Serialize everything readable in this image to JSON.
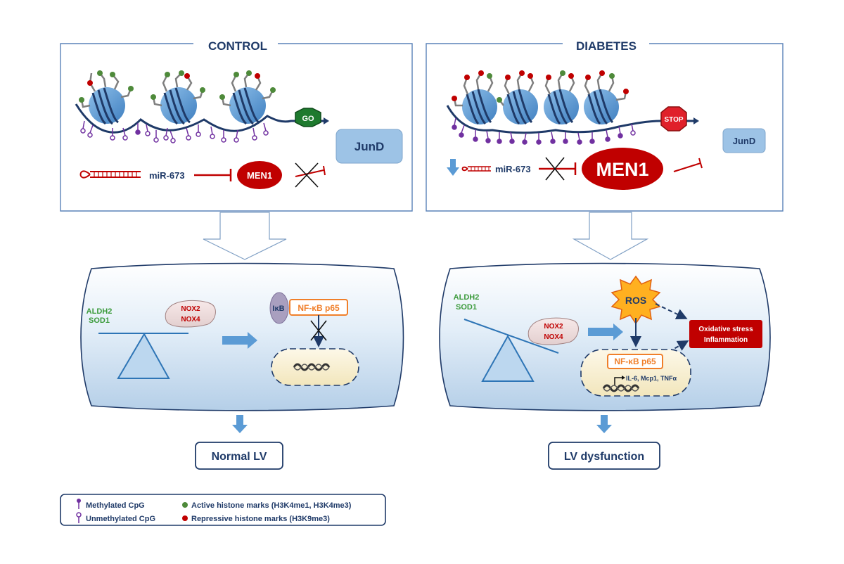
{
  "panels": {
    "control": {
      "title": "CONTROL",
      "go_sign": "GO",
      "jund": "JunD",
      "mirna": "miR-673",
      "men1": "MEN1",
      "genes_green": [
        "ALDH2",
        "SOD1"
      ],
      "genes_red": [
        "NOX2",
        "NOX4"
      ],
      "ikb": "IκB",
      "nfkb": "NF-κB p65",
      "outcome": "Normal LV"
    },
    "diabetes": {
      "title": "DIABETES",
      "stop_sign": "STOP",
      "jund": "JunD",
      "mirna": "miR-673",
      "men1": "MEN1",
      "genes_green": [
        "ALDH2",
        "SOD1"
      ],
      "genes_red": [
        "NOX2",
        "NOX4"
      ],
      "ros": "ROS",
      "nfkb": "NF-κB p65",
      "targets": "IL-6, Mcp1, TNFα",
      "oxidative": [
        "Oxidative stress",
        "Inflammation"
      ],
      "outcome": "LV dysfunction"
    }
  },
  "legend": {
    "methylated": "Methylated CpG",
    "unmethylated": "Unmethylated CpG",
    "active": "Active histone marks (H3K4me1, H3K4me3)",
    "repressive": "Repressive histone marks (H3K9me3)"
  },
  "colors": {
    "navy": "#1f3a68",
    "nucleosome": "#5b9bd5",
    "cpg": "#7030a0",
    "active_mark": "#4e8a3a",
    "repressive_mark": "#c00000",
    "red": "#c00000",
    "green_text": "#3a9a3a",
    "arrow_blue": "#4f8fd0"
  }
}
